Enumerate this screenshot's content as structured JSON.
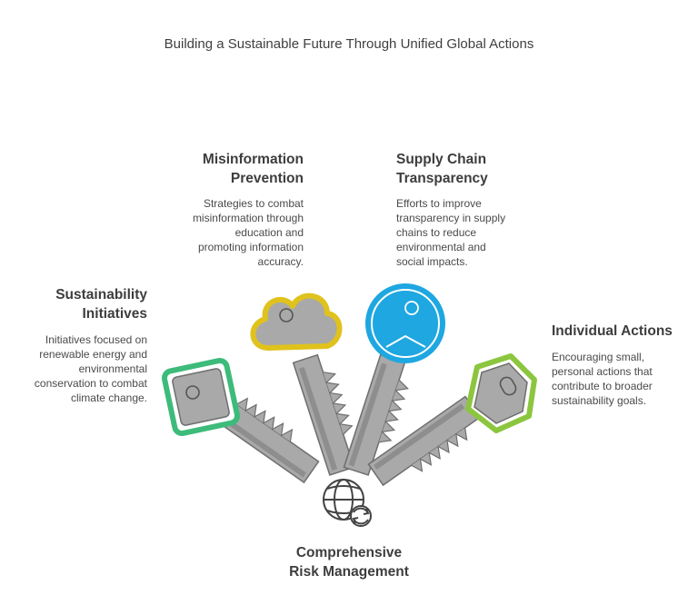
{
  "title": "Building a Sustainable Future Through Unified Global Actions",
  "hub": {
    "label_line1": "Comprehensive",
    "label_line2": "Risk Management",
    "icon": "globe-refresh-icon"
  },
  "items": [
    {
      "heading_line1": "Sustainability",
      "heading_line2": "Initiatives",
      "desc": [
        "Initiatives focused on",
        "renewable energy and",
        "environmental",
        "conservation to combat",
        "climate change."
      ],
      "color": "#3dbb7a",
      "icon": "square-key-icon"
    },
    {
      "heading_line1": "Misinformation",
      "heading_line2": "Prevention",
      "desc": [
        "Strategies to combat",
        "misinformation through",
        "education and",
        "promoting information",
        "accuracy."
      ],
      "color": "#e0c21c",
      "icon": "cloud-key-icon"
    },
    {
      "heading_line1": "Supply Chain",
      "heading_line2": "Transparency",
      "desc": [
        "Efforts to improve",
        "transparency in supply",
        "chains to reduce",
        "environmental and",
        "social impacts."
      ],
      "color": "#1ea7e1",
      "icon": "round-key-icon"
    },
    {
      "heading_line1": "Individual Actions",
      "heading_line2": "",
      "desc": [
        "Encouraging small,",
        "personal actions that",
        "contribute to broader",
        "sustainability goals."
      ],
      "color": "#8cc63f",
      "icon": "hexagon-key-icon"
    }
  ]
}
